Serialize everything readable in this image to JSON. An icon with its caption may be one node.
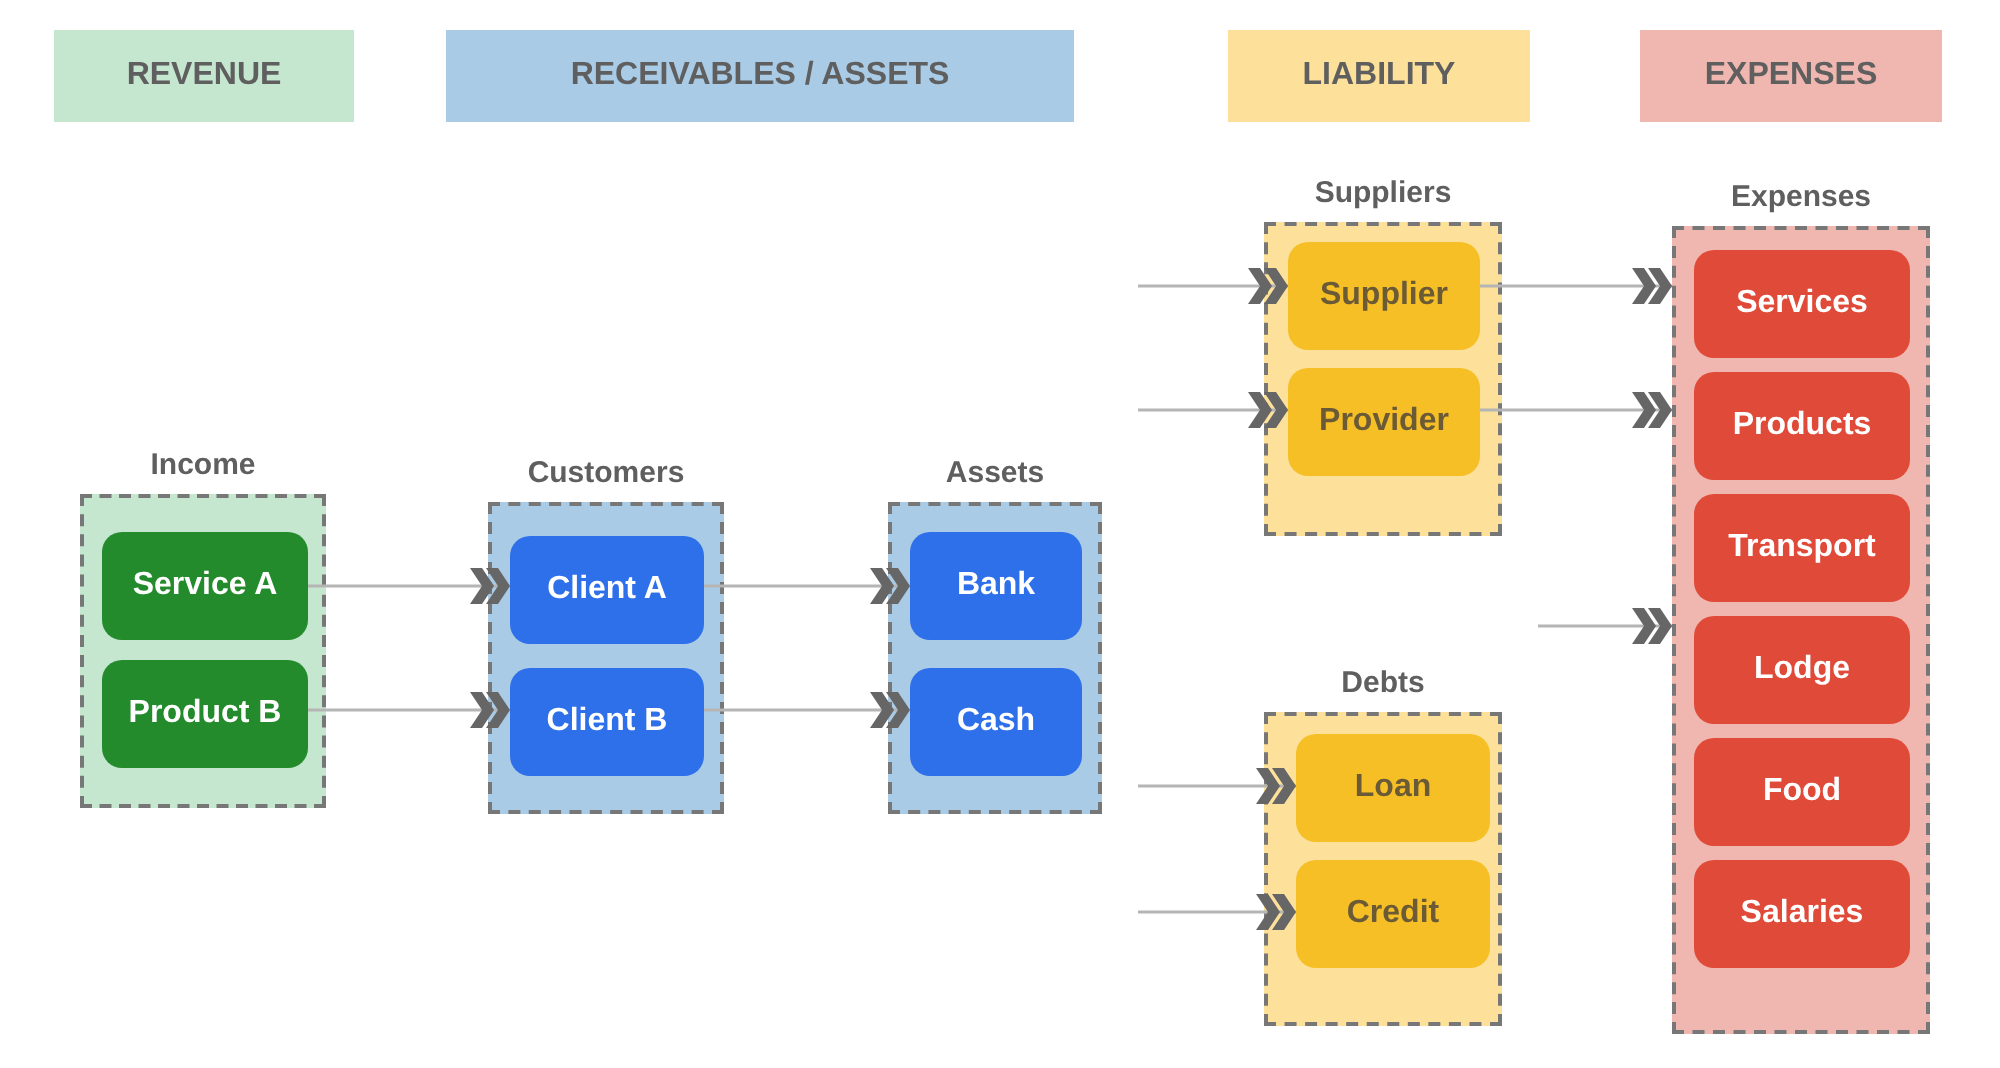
{
  "diagram": {
    "nodes": [
      {
        "text": [
          "REVENUE"
        ]
      },
      {
        "text": [
          "RECEIVABLES / ASSETS"
        ]
      },
      {
        "text": [
          "LIABILITY"
        ]
      },
      {
        "text": [
          "EXPENSES"
        ]
      },
      {
        "text": [
          "Income"
        ]
      },
      {
        "text": [
          "Service A"
        ],
        "in": 4
      },
      {
        "text": [
          "Product B"
        ],
        "in": 4
      },
      {
        "text": [
          "Customers"
        ]
      },
      {
        "text": [
          "Client A"
        ],
        "in": 7
      },
      {
        "text": [
          "Client B"
        ],
        "in": 7
      },
      {
        "text": [
          "Assets"
        ]
      },
      {
        "text": [
          "Bank"
        ],
        "in": 10
      },
      {
        "text": [
          "Cash"
        ],
        "in": 10
      },
      {
        "text": [
          "Suppliers"
        ]
      },
      {
        "text": [
          "Supplier"
        ],
        "in": 13
      },
      {
        "text": [
          "Provider"
        ],
        "in": 13
      },
      {
        "text": [
          "Debts"
        ]
      },
      {
        "text": [
          "Loan"
        ],
        "in": 16
      },
      {
        "text": [
          "Credit"
        ],
        "in": 16
      },
      {
        "text": [
          "Expenses"
        ]
      },
      {
        "text": [
          "Services"
        ],
        "in": 19
      },
      {
        "text": [
          "Products"
        ],
        "in": 19
      },
      {
        "text": [
          "Transport"
        ],
        "in": 19
      },
      {
        "text": [
          "Lodge"
        ],
        "in": 19
      },
      {
        "text": [
          "Food"
        ],
        "in": 19
      },
      {
        "text": [
          "Salaries"
        ],
        "in": 19
      }
    ],
    "edges": [
      {
        "from": 5,
        "to": 8,
        "arrow": "to"
      },
      {
        "from": 6,
        "to": 9,
        "arrow": "to"
      },
      {
        "from": 8,
        "to": 11,
        "arrow": "to"
      },
      {
        "from": 9,
        "to": 12,
        "arrow": "to"
      },
      {
        "from": null,
        "to": 14,
        "arrow": "to"
      },
      {
        "from": null,
        "to": 15,
        "arrow": "to"
      },
      {
        "from": null,
        "to": 17,
        "arrow": "to"
      },
      {
        "from": null,
        "to": 18,
        "arrow": "to"
      },
      {
        "from": 14,
        "to": 19,
        "arrow": "to"
      },
      {
        "from": 15,
        "to": 19,
        "arrow": "to"
      },
      {
        "from": null,
        "to": 19,
        "arrow": "to"
      }
    ]
  }
}
